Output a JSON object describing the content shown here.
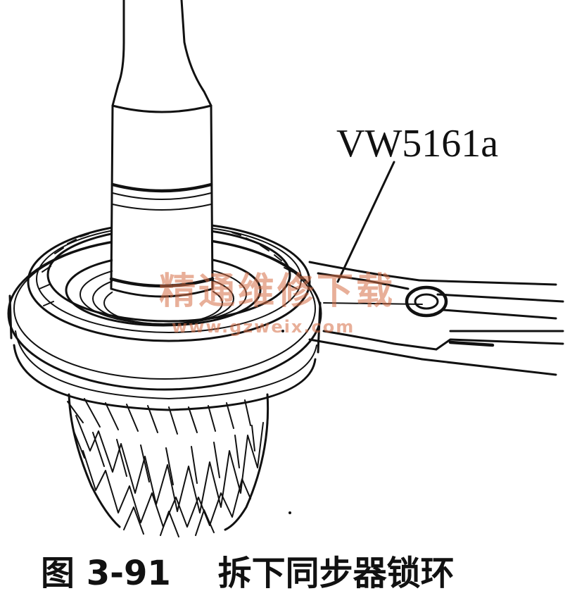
{
  "diagram": {
    "tool_label": "VW5161a",
    "caption": "图 3-91    拆下同步器锁环",
    "watermark": "精通维修下载",
    "watermark_url": "www.gzweix.com"
  }
}
